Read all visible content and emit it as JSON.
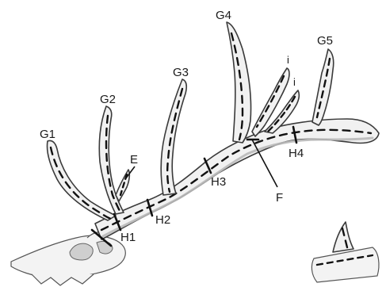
{
  "labels": {
    "g1": "G1",
    "g2": "G2",
    "g3": "G3",
    "g4": "G4",
    "g5": "G5",
    "e": "E",
    "i_upper": "i",
    "i_lower": "i",
    "h1": "H1",
    "h2": "H2",
    "h3": "H3",
    "h4": "H4",
    "f": "F"
  }
}
